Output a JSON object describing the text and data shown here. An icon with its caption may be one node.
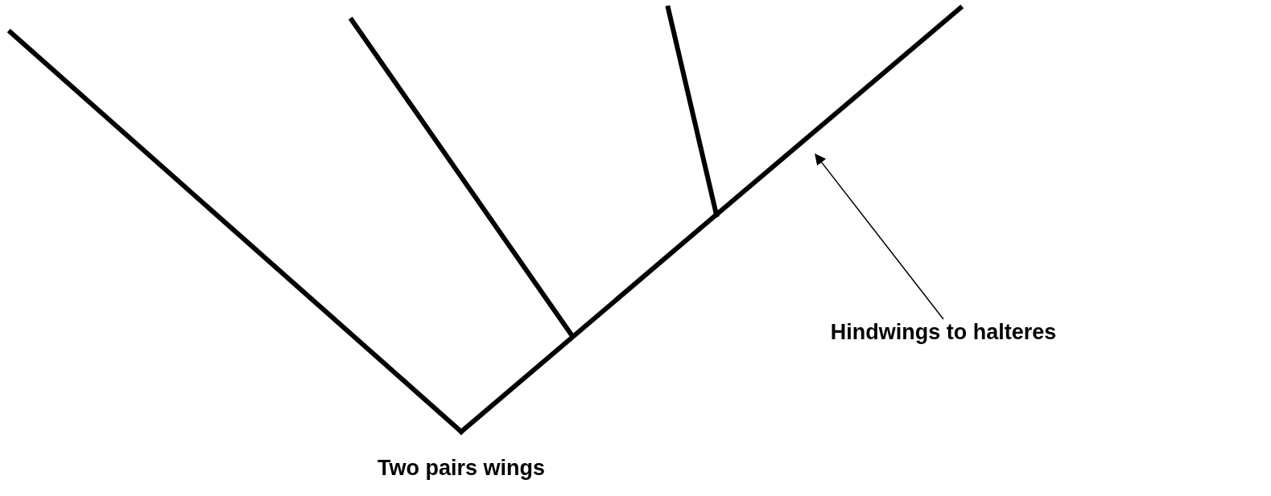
{
  "diagram": {
    "nodes": [
      {
        "text": [
          "Hindwings to halteres"
        ]
      },
      {
        "text": [],
        "shape": "bar"
      }
    ],
    "edges": [
      {
        "from": 0,
        "to": 1,
        "arrow": "to"
      }
    ],
    "labels": [
      "Two pairs wings"
    ]
  }
}
